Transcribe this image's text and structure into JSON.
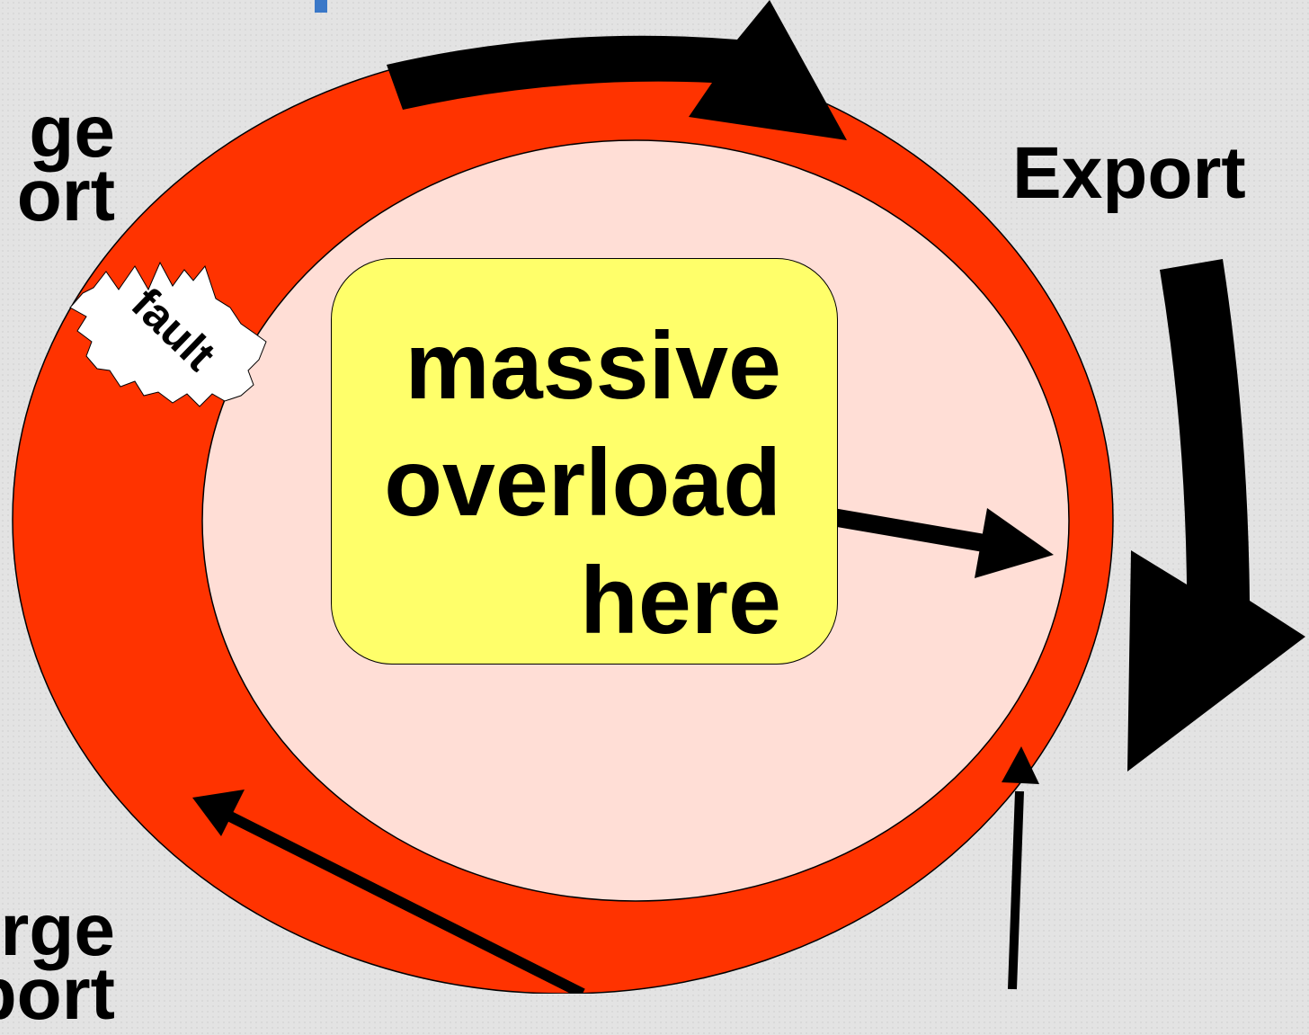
{
  "diagram": {
    "labels": {
      "export": "Export",
      "top_left": "ge\nort",
      "bottom_left": "rge\nport"
    },
    "overload_box": {
      "text": "massive\noverload\nhere"
    },
    "fault": {
      "text": "fault"
    },
    "colors": {
      "background": "#e3e3e3",
      "ring_outer": "#ff3300",
      "ring_inner": "#ffded6",
      "overload_box": "#ffff6a",
      "fault_patch": "#ffffff",
      "arrows": "#000000",
      "partial_icon": "#3a78c8"
    }
  }
}
